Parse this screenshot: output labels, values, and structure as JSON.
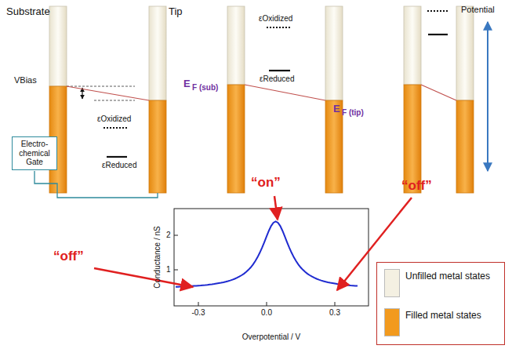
{
  "diagram": {
    "nodes": [
      {
        "text": [
          "Electro-chemical Gate"
        ]
      }
    ],
    "labels": [
      "Substrate",
      "Tip",
      "VBias",
      "εOxidized",
      "εReduced",
      "εOxidized",
      "εReduced",
      "E",
      "F (sub)",
      "E",
      "F (tip)",
      "Potential",
      "“on”",
      "“off”",
      "“off”",
      "Conductance / nS",
      "Overpotential / V",
      "-0.3",
      "0.0",
      "0.3",
      "2",
      "1"
    ],
    "legend": [
      {
        "text": "Unfilled metal states",
        "color": "#f4f0e2"
      },
      {
        "text": "Filled metal states",
        "color": "#f29a1e"
      }
    ]
  }
}
